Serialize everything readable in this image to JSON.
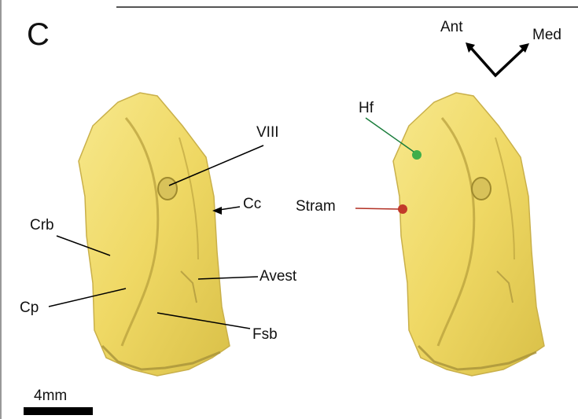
{
  "panel_label": "C",
  "orientation": {
    "anterior": "Ant",
    "medial": "Med"
  },
  "left_specimen_labels": {
    "viii": "VIII",
    "cc": "Cc",
    "crb": "Crb",
    "avest": "Avest",
    "cp": "Cp",
    "fsb": "Fsb"
  },
  "right_specimen_labels": {
    "hf": "Hf",
    "stram": "Stram"
  },
  "scale_bar": {
    "label": "4mm"
  },
  "colors": {
    "bone": "#f2dc6c",
    "bone_shadow": "#b9a43c",
    "hf_marker": "#3fae4a",
    "stram_marker": "#c23a2a"
  }
}
